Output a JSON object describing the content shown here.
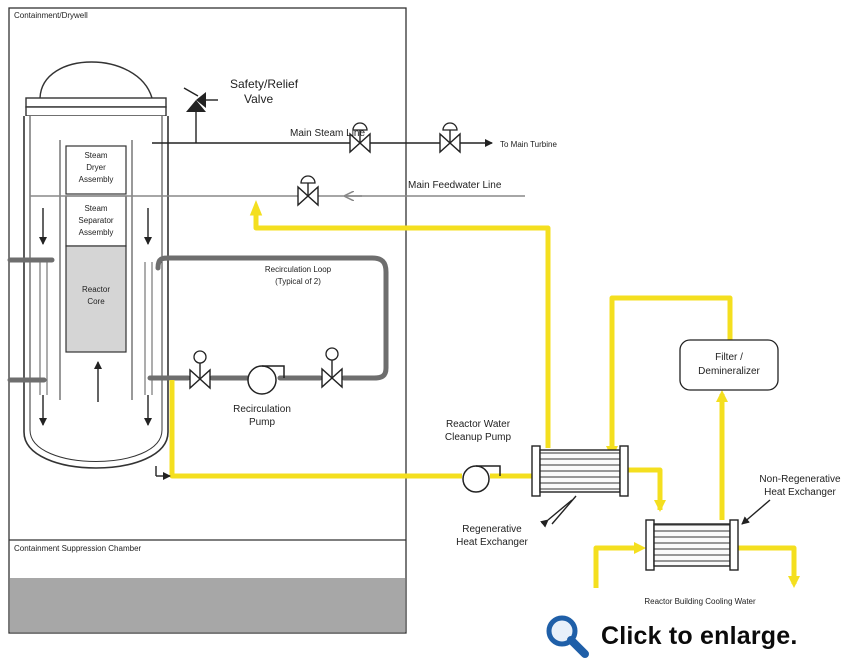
{
  "labels": {
    "containment_drywell": "Containment/Drywell",
    "containment_suppression": "Containment Suppression Chamber",
    "safety_relief_1": "Safety/Relief",
    "safety_relief_2": "Valve",
    "main_steam": "Main Steam Line",
    "to_turbine": "To Main Turbine",
    "main_feedwater": "Main Feedwater Line",
    "steam_dryer_1": "Steam",
    "steam_dryer_2": "Dryer",
    "steam_dryer_3": "Assembly",
    "steam_sep_1": "Steam",
    "steam_sep_2": "Separator",
    "steam_sep_3": "Assembly",
    "reactor_core_1": "Reactor",
    "reactor_core_2": "Core",
    "recirc_loop_1": "Recirculation Loop",
    "recirc_loop_2": "(Typical of 2)",
    "recirc_pump_1": "Recirculation",
    "recirc_pump_2": "Pump",
    "rwcu_pump_1": "Reactor Water",
    "rwcu_pump_2": "Cleanup Pump",
    "filter_1": "Filter /",
    "filter_2": "Demineralizer",
    "nonregen_1": "Non-Regenerative",
    "nonregen_2": "Heat Exchanger",
    "regen_1": "Regenerative",
    "regen_2": "Heat Exchanger",
    "cooling_water": "Reactor Building Cooling Water"
  },
  "enlarge": {
    "text": "Click to enlarge.",
    "icon": "magnifier-icon"
  },
  "colors": {
    "cleanup_pipe": "#f4df1f",
    "reactor_pipe": "#6e6e6e",
    "suppression_pool": "#a7a7a7",
    "core": "#d5d5d5",
    "magnifier": "#1f5fa8"
  }
}
